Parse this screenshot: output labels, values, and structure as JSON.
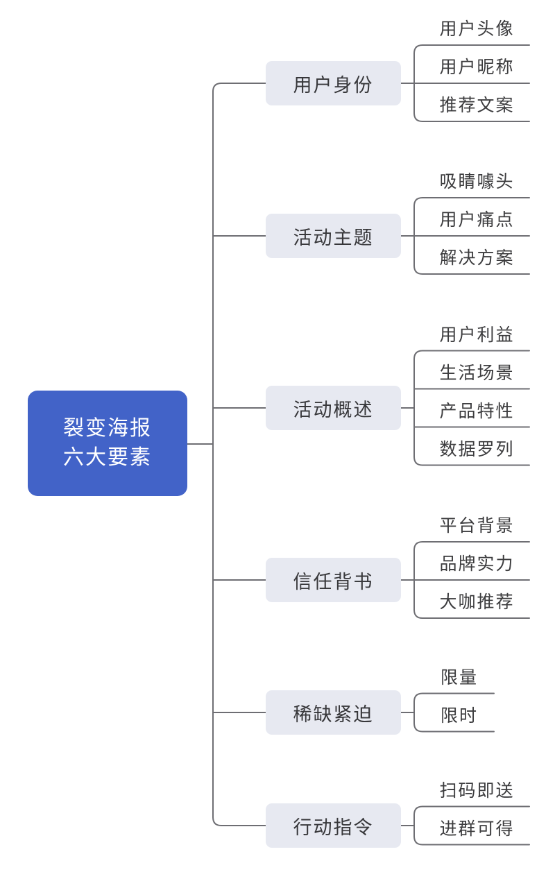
{
  "diagram": {
    "title": "裂变海报六大要素",
    "type": "mind-map",
    "orientation": "left-to-right",
    "colors": {
      "background": "#ffffff",
      "root_fill": "#4263c8",
      "root_text": "#ffffff",
      "branch_fill": "#e7e9f1",
      "branch_text": "#37373a",
      "leaf_text": "#3c3c3e",
      "connector": "#6e6e73"
    },
    "root": {
      "lines": [
        "裂变海报",
        "六大要素"
      ]
    },
    "branches": [
      {
        "label": "用户身份",
        "leaves": [
          "用户头像",
          "用户昵称",
          "推荐文案"
        ]
      },
      {
        "label": "活动主题",
        "leaves": [
          "吸睛噱头",
          "用户痛点",
          "解决方案"
        ]
      },
      {
        "label": "活动概述",
        "leaves": [
          "用户利益",
          "生活场景",
          "产品特性",
          "数据罗列"
        ]
      },
      {
        "label": "信任背书",
        "leaves": [
          "平台背景",
          "品牌实力",
          "大咖推荐"
        ]
      },
      {
        "label": "稀缺紧迫",
        "leaves": [
          "限量",
          "限时"
        ]
      },
      {
        "label": "行动指令",
        "leaves": [
          "扫码即送",
          "进群可得"
        ]
      }
    ]
  }
}
